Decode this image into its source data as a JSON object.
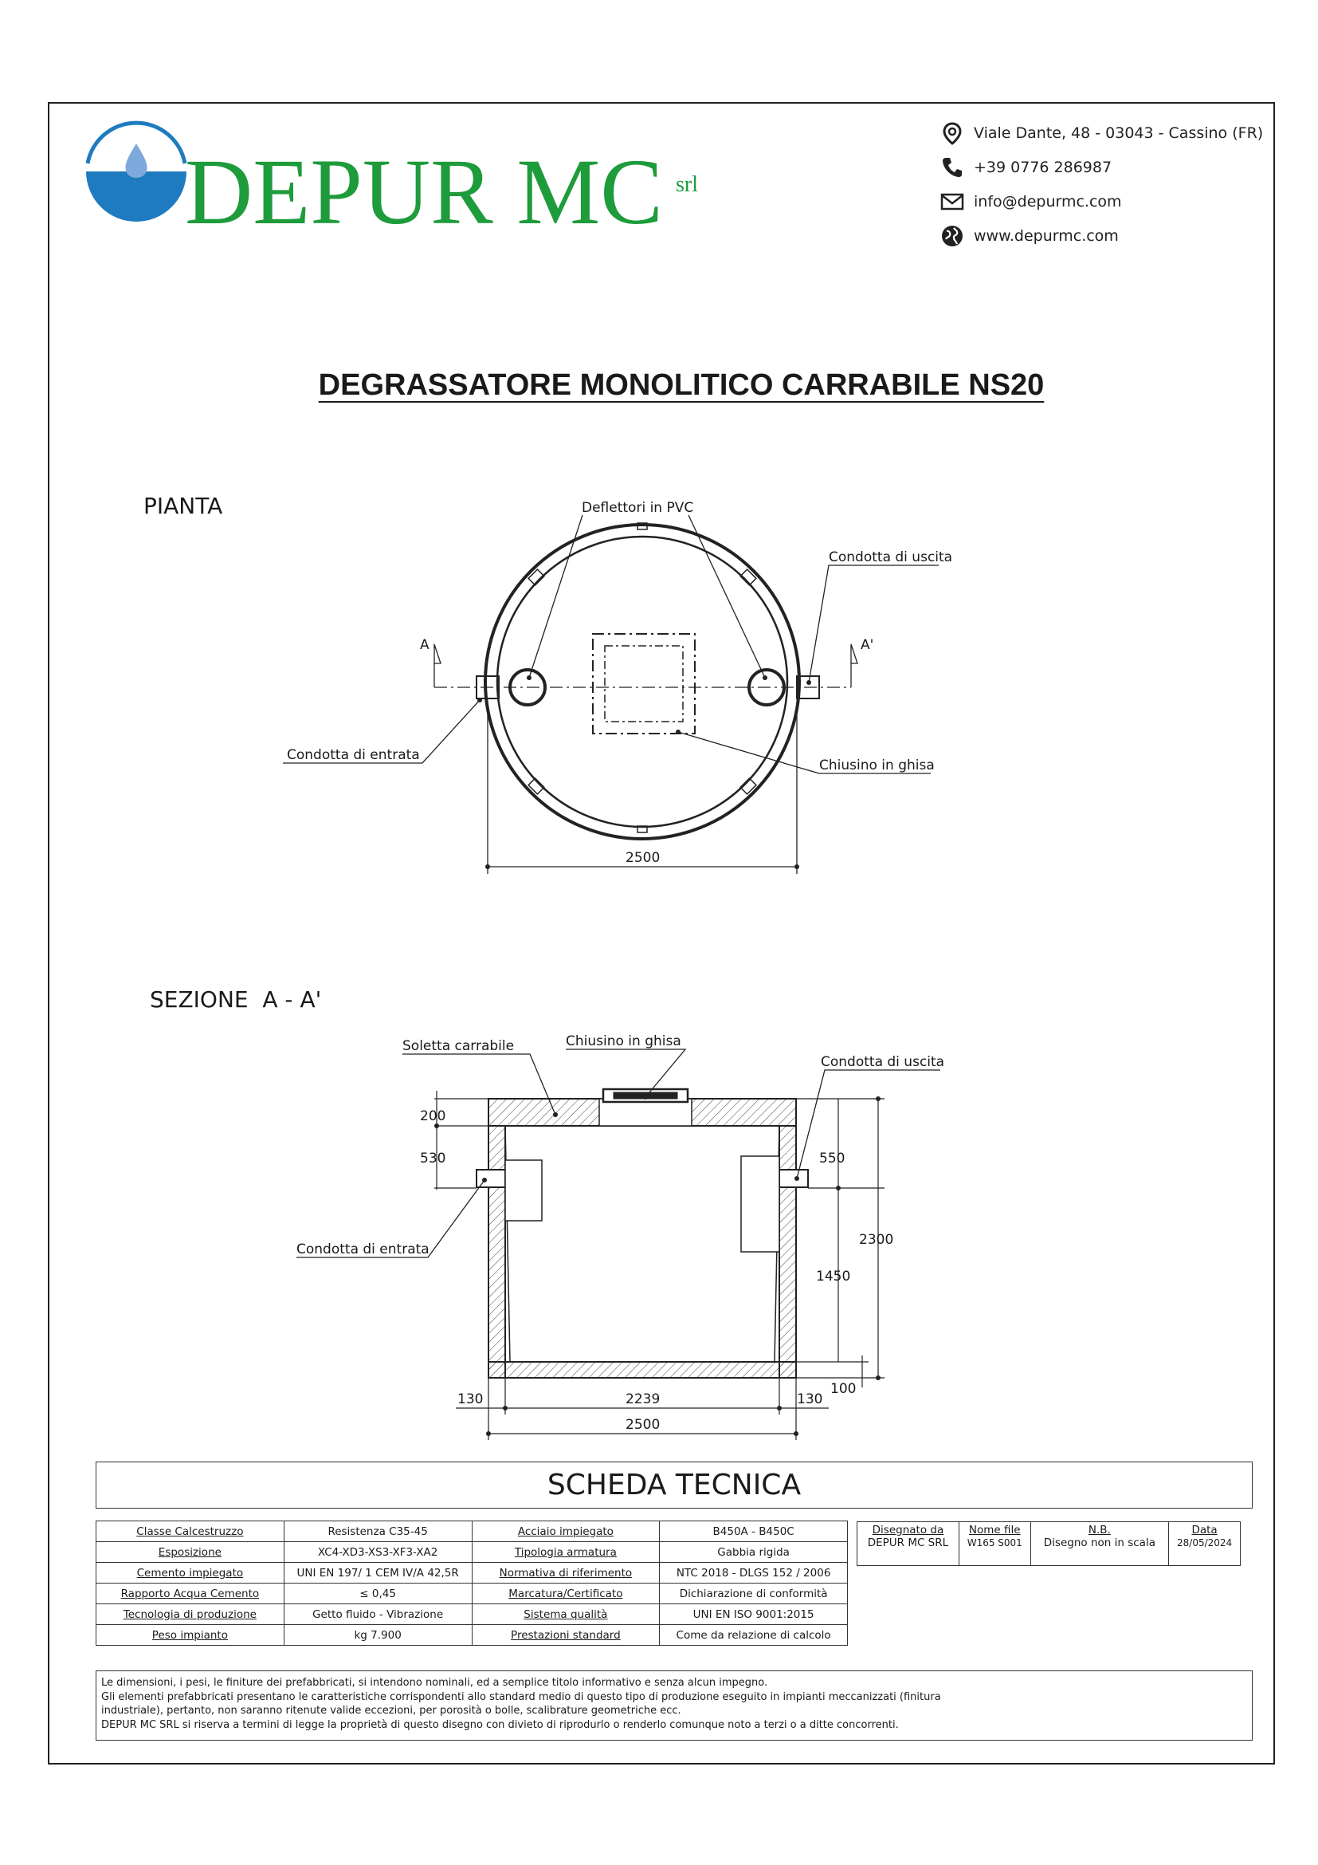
{
  "company": {
    "name": "DEPUR MC",
    "suffix": "srl",
    "colors": {
      "brand_green": "#1e9b3a",
      "logo_blue": "#1f7bbf",
      "drop_blue": "#7ea9dc"
    }
  },
  "contact": {
    "address": "Viale Dante, 48 - 03043 - Cassino (FR)",
    "phone": "+39 0776 286987",
    "email": "info@depurmc.com",
    "website": "www.depurmc.com",
    "icons": [
      "map-pin-icon",
      "phone-icon",
      "mail-icon",
      "globe-icon"
    ]
  },
  "title": "DEGRASSATORE MONOLITICO CARRABILE NS20",
  "plan_view": {
    "label": "PIANTA",
    "callouts": {
      "deflectors": "Deflettori in PVC",
      "outlet": "Condotta di uscita",
      "inlet": "Condotta di entrata",
      "manhole": "Chiusino in ghisa"
    },
    "section_marks": {
      "left": "A",
      "right": "A'"
    },
    "diameter": "2500"
  },
  "section_view": {
    "label": "SEZIONE  A - A'",
    "callouts": {
      "slab": "Soletta carrabile",
      "manhole": "Chiusino in ghisa",
      "outlet": "Condotta di uscita",
      "inlet": "Condotta di entrata"
    },
    "dimensions": {
      "slab": "200",
      "inlet_depth": "530",
      "outlet_depth": "550",
      "total_height": "2300",
      "liquid_height": "1450",
      "base": "100",
      "wall_left": "130",
      "inner_width": "2239",
      "wall_right": "130",
      "outer_width": "2500"
    }
  },
  "scheda": {
    "title": "SCHEDA TECNICA",
    "rows": [
      [
        "Classe Calcestruzzo",
        "Resistenza C35-45",
        "Acciaio impiegato",
        "B450A - B450C"
      ],
      [
        "Esposizione",
        "XC4-XD3-XS3-XF3-XA2",
        "Tipologia armatura",
        "Gabbia rigida"
      ],
      [
        "Cemento impiegato",
        "UNI EN 197/ 1 CEM IV/A 42,5R",
        "Normativa di riferimento",
        "NTC 2018 - DLGS 152 / 2006"
      ],
      [
        "Rapporto Acqua Cemento",
        "≤ 0,45",
        "Marcatura/Certificato",
        "Dichiarazione di conformità"
      ],
      [
        "Tecnologia di produzione",
        "Getto fluido - Vibrazione",
        "Sistema qualità",
        "UNI EN ISO 9001:2015"
      ],
      [
        "Peso impianto",
        "kg 7.900",
        "Prestazioni standard",
        "Come da relazione di calcolo"
      ]
    ],
    "meta": {
      "drawn_by_label": "Disegnato da",
      "drawn_by": "DEPUR MC SRL",
      "file_label": "Nome file",
      "file": "W165 S001",
      "nb_label": "N.B.",
      "nb": "Disegno non in scala",
      "date_label": "Data",
      "date": "28/05/2024"
    }
  },
  "notes": [
    "Le dimensioni, i pesi, le finiture dei prefabbricati, si intendono nominali, ed a semplice titolo informativo e senza alcun impegno.",
    "Gli elementi prefabbricati presentano le caratteristiche corrispondenti allo standard medio di questo tipo di produzione eseguito in impianti meccanizzati (finitura",
    "industriale), pertanto, non saranno ritenute valide eccezioni, per porosità o bolle, scalibrature geometriche ecc.",
    "DEPUR MC SRL si riserva a termini di legge la proprietà di questo disegno con divieto di riprodurlo o renderlo comunque noto a terzi o a ditte concorrenti."
  ]
}
